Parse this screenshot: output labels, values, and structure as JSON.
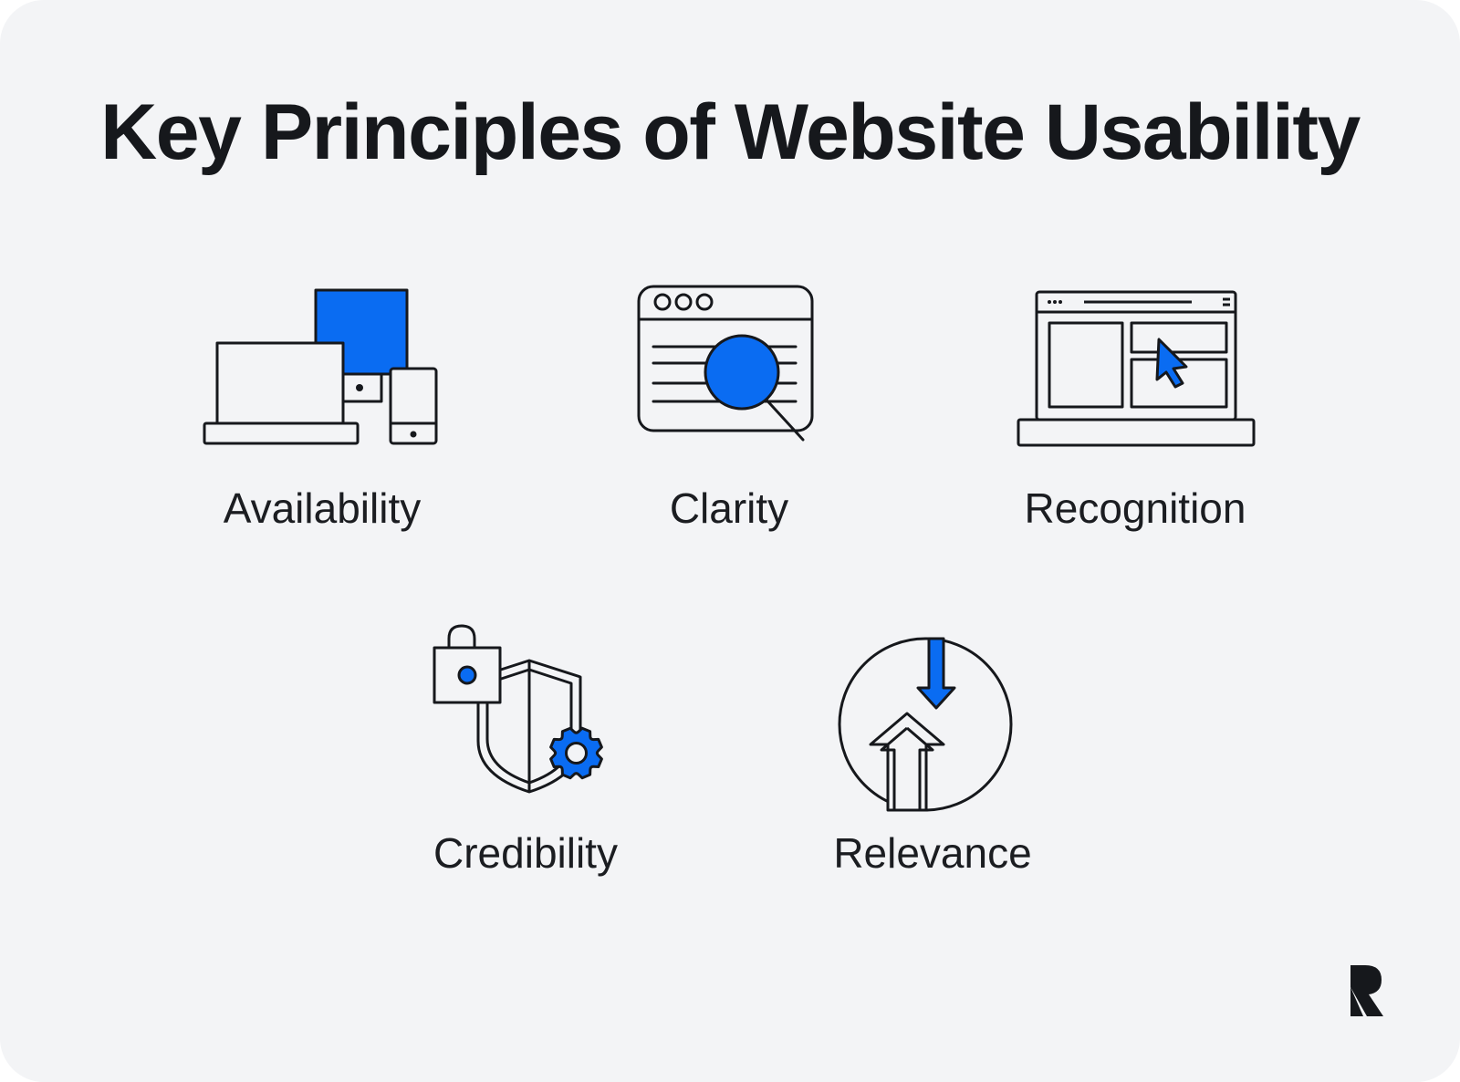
{
  "title": "Key Principles of Website Usability",
  "colors": {
    "accent": "#0a6cf2",
    "ink": "#16181c",
    "background": "#f3f4f6"
  },
  "principles": [
    {
      "label": "Availability",
      "icon": "multi-device-icon"
    },
    {
      "label": "Clarity",
      "icon": "browser-magnifier-icon"
    },
    {
      "label": "Recognition",
      "icon": "laptop-cursor-icon"
    },
    {
      "label": "Credibility",
      "icon": "lock-shield-gear-icon"
    },
    {
      "label": "Relevance",
      "icon": "arrows-circle-icon"
    }
  ],
  "logo": {
    "icon": "brand-r-logo"
  }
}
